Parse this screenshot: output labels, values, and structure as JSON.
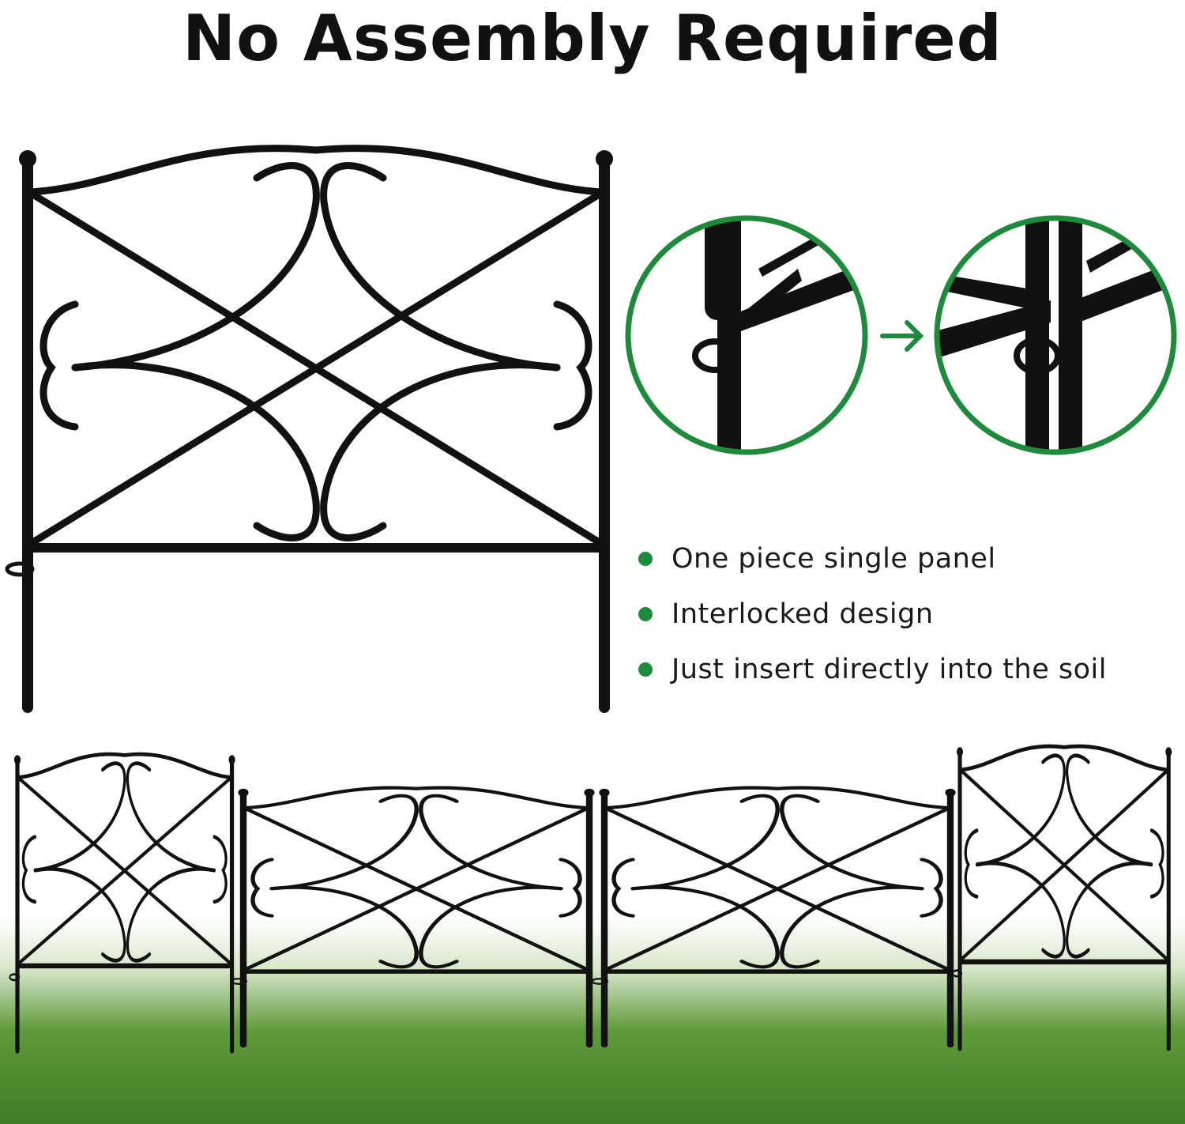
{
  "title": "No Assembly Required",
  "features": [
    "One piece single panel",
    "Interlocked design",
    "Just insert directly into the soil"
  ],
  "colors": {
    "accent": "#1e8a3c",
    "metal": "#111111"
  },
  "icons": {
    "arrow": "arrow-right-icon",
    "bullet": "green-dot"
  }
}
